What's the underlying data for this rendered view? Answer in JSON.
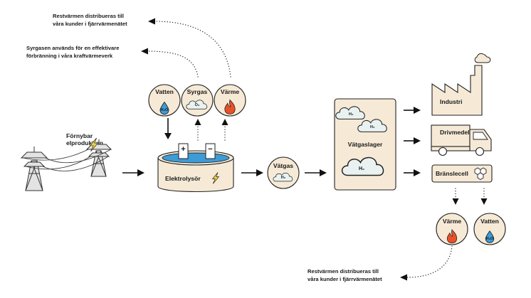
{
  "notes": {
    "heat_top": [
      "Restvärmen distribueras till",
      "våra kunder i fjärrvärmenätet"
    ],
    "oxygen": [
      "Syrgasen används för en effektivare",
      "förbränning i våra kraftvärmeverk"
    ],
    "heat_bottom": [
      "Restvärmen distribueras till",
      "våra kunder i fjärrvärmenätet"
    ]
  },
  "source": {
    "label": [
      "Förnybar",
      "elproduktion"
    ]
  },
  "inputs": {
    "water": {
      "label": "Vatten",
      "formula": "H₂O"
    },
    "oxygen": {
      "label": "Syrgas",
      "formula": "O₂"
    },
    "heat": {
      "label": "Värme"
    }
  },
  "electrolyser": {
    "label": "Elektrolysör",
    "plus": "+",
    "minus": "−"
  },
  "hydrogen_gas": {
    "label": "Vätgas",
    "formula": "H₂"
  },
  "storage": {
    "label": "Vätgaslager",
    "formula": "H₂"
  },
  "uses": {
    "industry": "Industri",
    "vehicle": "Drivmedel",
    "fuelcell": "Bränslecell"
  },
  "outputs": {
    "heat": {
      "label": "Värme"
    },
    "water": {
      "label": "Vatten",
      "formula": "H₂O"
    }
  },
  "colors": {
    "panel_fill": "#f6ead7",
    "water_blue": "#3d9bd6",
    "flame_orange": "#e8502a",
    "bolt_yellow": "#f2d43b",
    "cloud_fill": "#e9f2f1",
    "pylon_grey": "#e3e3e3"
  },
  "icons": [
    "power-pylon-icon",
    "water-drop-icon",
    "cloud-icon",
    "flame-icon",
    "lightning-bolt-icon",
    "factory-icon",
    "truck-icon",
    "fuel-cell-icon"
  ]
}
